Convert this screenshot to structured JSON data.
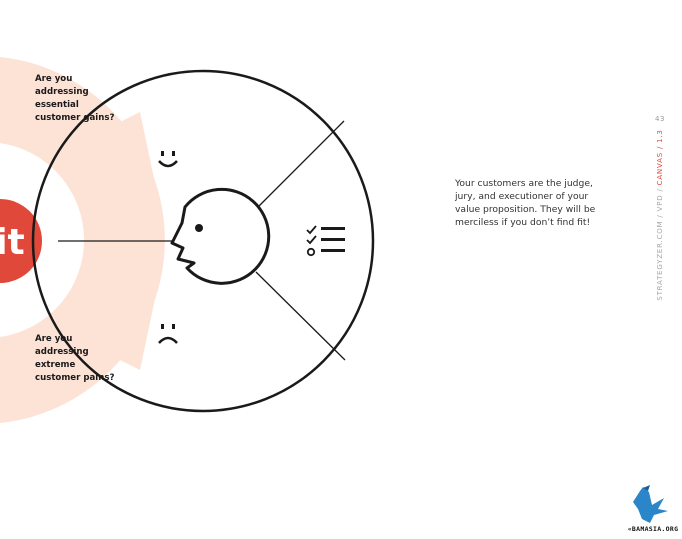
{
  "colors": {
    "accent": "#e0483a",
    "arrow": "#fde2d6",
    "ink": "#1a1a1a"
  },
  "questions": {
    "gains": "Are you addressing essential customer gains?",
    "pains": "Are you addressing extreme customer pains?"
  },
  "fit_badge": "it",
  "body_text": "Your customers are the judge, jury, and executioner of your value proposition. They will be merciless if you don’t find fit!",
  "page_number": "43",
  "side_label": {
    "site": "STRATEGYZER.COM / VPD",
    "separator": " / ",
    "section": "CANVAS / 1.3"
  },
  "logo": {
    "text": "«BAMASIA.ORG"
  },
  "icons": [
    "smile-icon",
    "frown-icon",
    "customer-face-icon",
    "checklist-icon",
    "brand-logo-icon"
  ]
}
